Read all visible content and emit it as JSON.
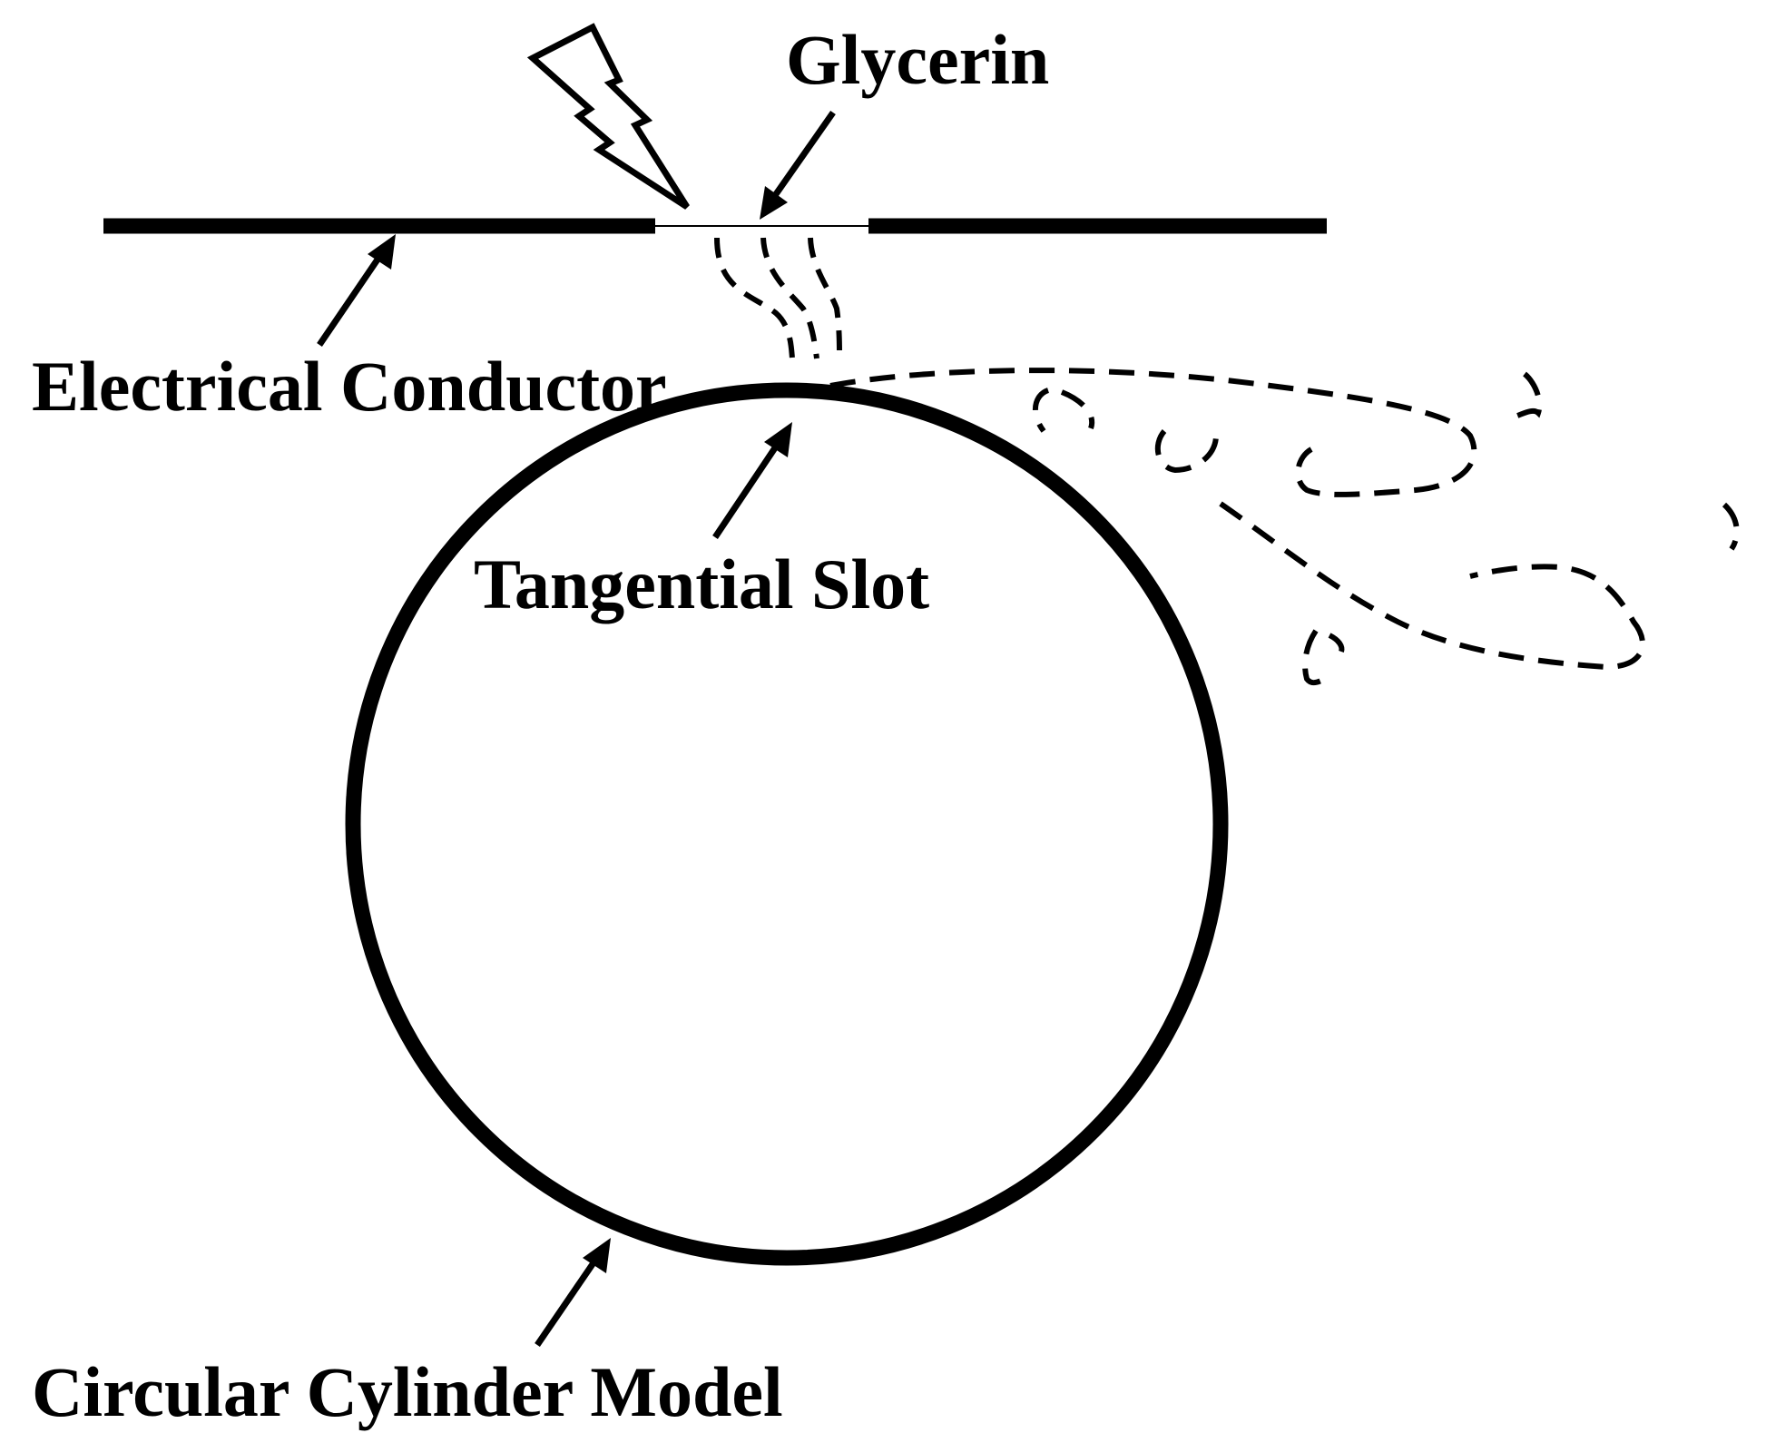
{
  "labels": {
    "glycerin": "Glycerin",
    "electrical_conductor": "Electrical Conductor",
    "tangential_slot": "Tangential Slot",
    "circular_cylinder_model": "Circular Cylinder Model"
  },
  "colors": {
    "ink": "#000000",
    "background": "#ffffff"
  },
  "icons": {
    "spark": "lightning-bolt-icon"
  }
}
